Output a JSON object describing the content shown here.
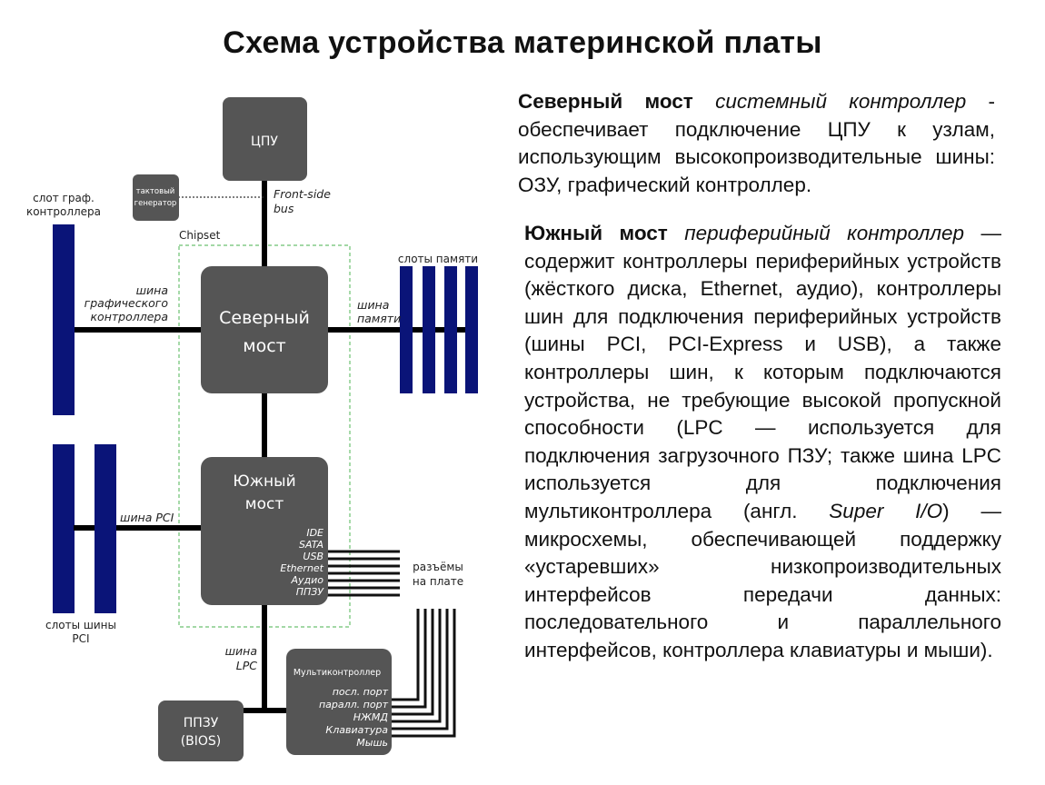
{
  "title": "Схема устройства материнской платы",
  "diagram": {
    "cpu": "ЦПУ",
    "clock_gen": [
      "тактовый",
      "генератор"
    ],
    "fsb": [
      "Front-side",
      "bus"
    ],
    "chipset": "Chipset",
    "graphics_slot": [
      "слот граф.",
      "контроллера"
    ],
    "graphics_bus": [
      "шина",
      "графического",
      "контроллера"
    ],
    "northbridge": [
      "Северный",
      "мост"
    ],
    "memory_slots": "слоты памяти",
    "memory_bus": [
      "шина",
      "памяти"
    ],
    "southbridge": [
      "Южный",
      "мост"
    ],
    "southbridge_ports": [
      "IDE",
      "SATA",
      "USB",
      "Ethernet",
      "Аудио",
      "ППЗУ"
    ],
    "pci_bus": "шина PCI",
    "pci_slots": [
      "слоты шины",
      "PCI"
    ],
    "onboard_connectors": [
      "разъёмы",
      "на плате"
    ],
    "lpc_bus": [
      "шина",
      "LPC"
    ],
    "multicontroller": "Мультиконтроллер",
    "multicontroller_ports": [
      "посл. порт",
      "паралл. порт",
      "НЖМД",
      "Клавиатура",
      "Мышь"
    ],
    "bios": [
      "ППЗУ",
      "(BIOS)"
    ]
  },
  "north_text": {
    "term": "Северный мост",
    "gloss": "системный контроллер",
    "rest": " - обеспечивает подключение ЦПУ к узлам, использующим высокопроизводительные шины: ОЗУ, графический контроллер."
  },
  "south_text": {
    "term": "Южный мост",
    "gloss": "периферийный контроллер",
    "rest_1": " — содержит контроллеры периферийных устройств (жёсткого диска, Ethernet, аудио), контроллеры шин для подключения периферийных устройств (шины PCI, PCI-Express и USB), а также контроллеры шин, к которым подключаются устройства, не требующие высокой пропускной способности (LPC — используется для подключения загрузочного ПЗУ; также шина LPC используется для подключения мультиконтроллера (англ. ",
    "super_io": "Super I/O",
    "rest_2": ") — микросхемы, обеспечивающей поддержку «устаревших» низкопроизводительных интерфейсов передачи данных: последовательного и параллельного интерфейсов, контроллера клавиатуры и мыши)."
  },
  "colors": {
    "block": "#555555",
    "slot": "#0a1478",
    "chipset_border": "#6cc070",
    "bus": "#000000"
  }
}
